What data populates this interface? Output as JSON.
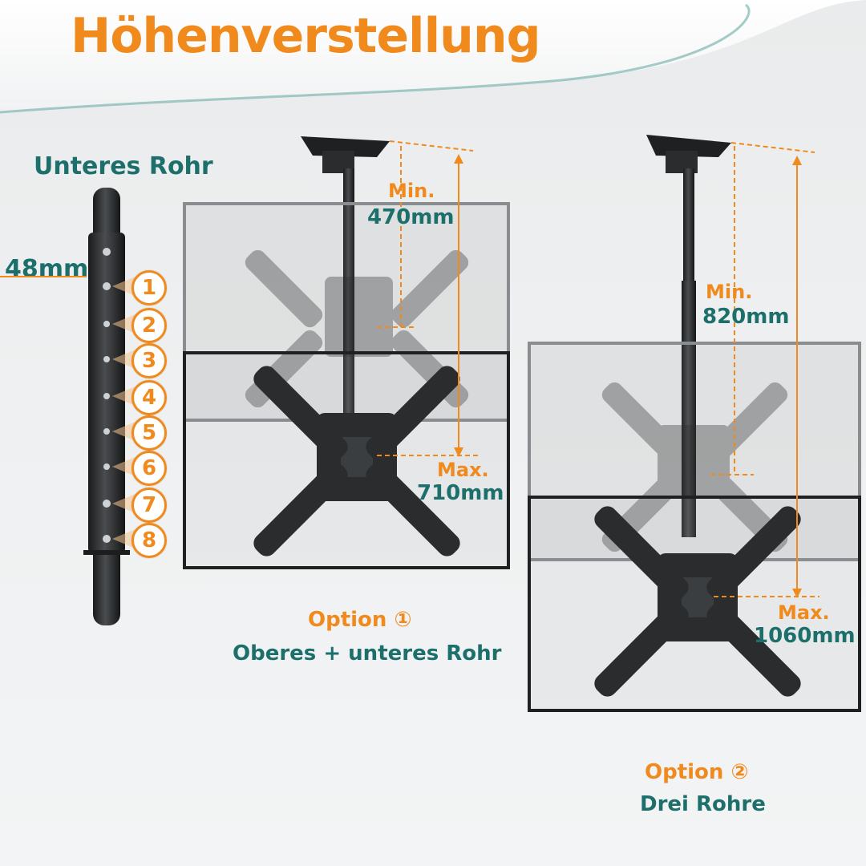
{
  "heading": "Höhenverstellung",
  "tube_label": "Unteres Rohr",
  "diameter_label": "48mm",
  "positions": [
    "1",
    "2",
    "3",
    "4",
    "5",
    "6",
    "7",
    "8"
  ],
  "option1": {
    "title": "Option ①",
    "subtitle": "Oberes + unteres Rohr",
    "min_label": "Min.",
    "min_value": "470mm",
    "max_label": "Max.",
    "max_value": "710mm"
  },
  "option2": {
    "title": "Option ②",
    "subtitle": "Drei Rohre",
    "min_label": "Min.",
    "min_value": "820mm",
    "max_label": "Max.",
    "max_value": "1060mm"
  },
  "colors": {
    "accent": "#f08a1c",
    "teal": "#1d6f6b",
    "metal": "#2a2c2e"
  }
}
